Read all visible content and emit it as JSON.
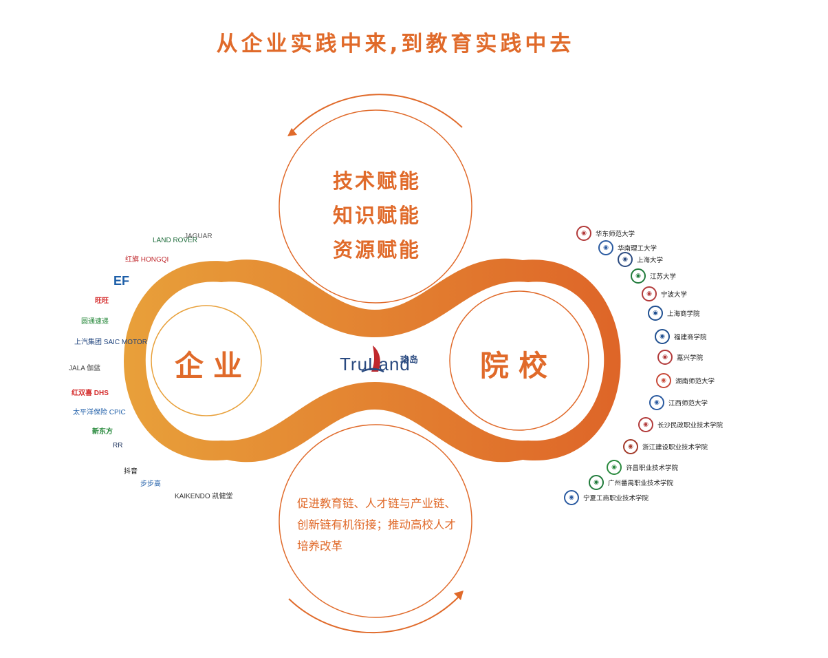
{
  "title": "从企业实践中来,到教育实践中去",
  "empowerment": [
    "技术赋能",
    "知识赋能",
    "资源赋能"
  ],
  "left_node": "企业",
  "right_node": "院校",
  "center_logo": {
    "word": "TruLand",
    "cn": "珞岛"
  },
  "bottom_text": "促进教育链、人才链与产业链、创新链有机衔接；推动高校人才培养改革",
  "colors": {
    "accent": "#e06a2a",
    "gradient_start": "#e8a03a",
    "gradient_end": "#de6528"
  },
  "companies": [
    {
      "name": "JAGUAR",
      "color": "#555555"
    },
    {
      "name": "LAND ROVER",
      "color": "#1d6b3a"
    },
    {
      "name": "红旗 HONGQI",
      "color": "#c0282d"
    },
    {
      "name": "EF",
      "color": "#1c5ea8"
    },
    {
      "name": "旺旺",
      "color": "#d63030"
    },
    {
      "name": "圆通速递",
      "color": "#2a8a3e"
    },
    {
      "name": "上汽集团 SAIC MOTOR",
      "color": "#1a3f7a"
    },
    {
      "name": "JALA 伽蓝",
      "color": "#444444"
    },
    {
      "name": "红双喜 DHS",
      "color": "#d42a2a"
    },
    {
      "name": "太平洋保险 CPIC",
      "color": "#1f5ea8"
    },
    {
      "name": "新东方",
      "color": "#2a8a3e"
    },
    {
      "name": "RR",
      "color": "#1a2f5a"
    },
    {
      "name": "抖音",
      "color": "#111111"
    },
    {
      "name": "步步高",
      "color": "#1f5ea8"
    },
    {
      "name": "KAIKENDO 凯健堂",
      "color": "#333333"
    }
  ],
  "universities": [
    {
      "name": "华东师范大学",
      "color": "#b23a3a"
    },
    {
      "name": "华南理工大学",
      "color": "#2a5aa0"
    },
    {
      "name": "上海大学",
      "color": "#2a4a80"
    },
    {
      "name": "江苏大学",
      "color": "#1f7a3a"
    },
    {
      "name": "宁波大学",
      "color": "#b23a3a"
    },
    {
      "name": "上海商学院",
      "color": "#1f4f90"
    },
    {
      "name": "福建商学院",
      "color": "#1f4f90"
    },
    {
      "name": "嘉兴学院",
      "color": "#b23a3a"
    },
    {
      "name": "湖南师范大学",
      "color": "#c84a3a"
    },
    {
      "name": "江西师范大学",
      "color": "#2a5aa0"
    },
    {
      "name": "长沙民政职业技术学院",
      "color": "#b23a3a"
    },
    {
      "name": "浙江建设职业技术学院",
      "color": "#a33a2a"
    },
    {
      "name": "许昌职业技术学院",
      "color": "#2a8a3e"
    },
    {
      "name": "广州番禺职业技术学院",
      "color": "#1f7a3a"
    },
    {
      "name": "宁夏工商职业技术学院",
      "color": "#2a5aa0"
    }
  ]
}
